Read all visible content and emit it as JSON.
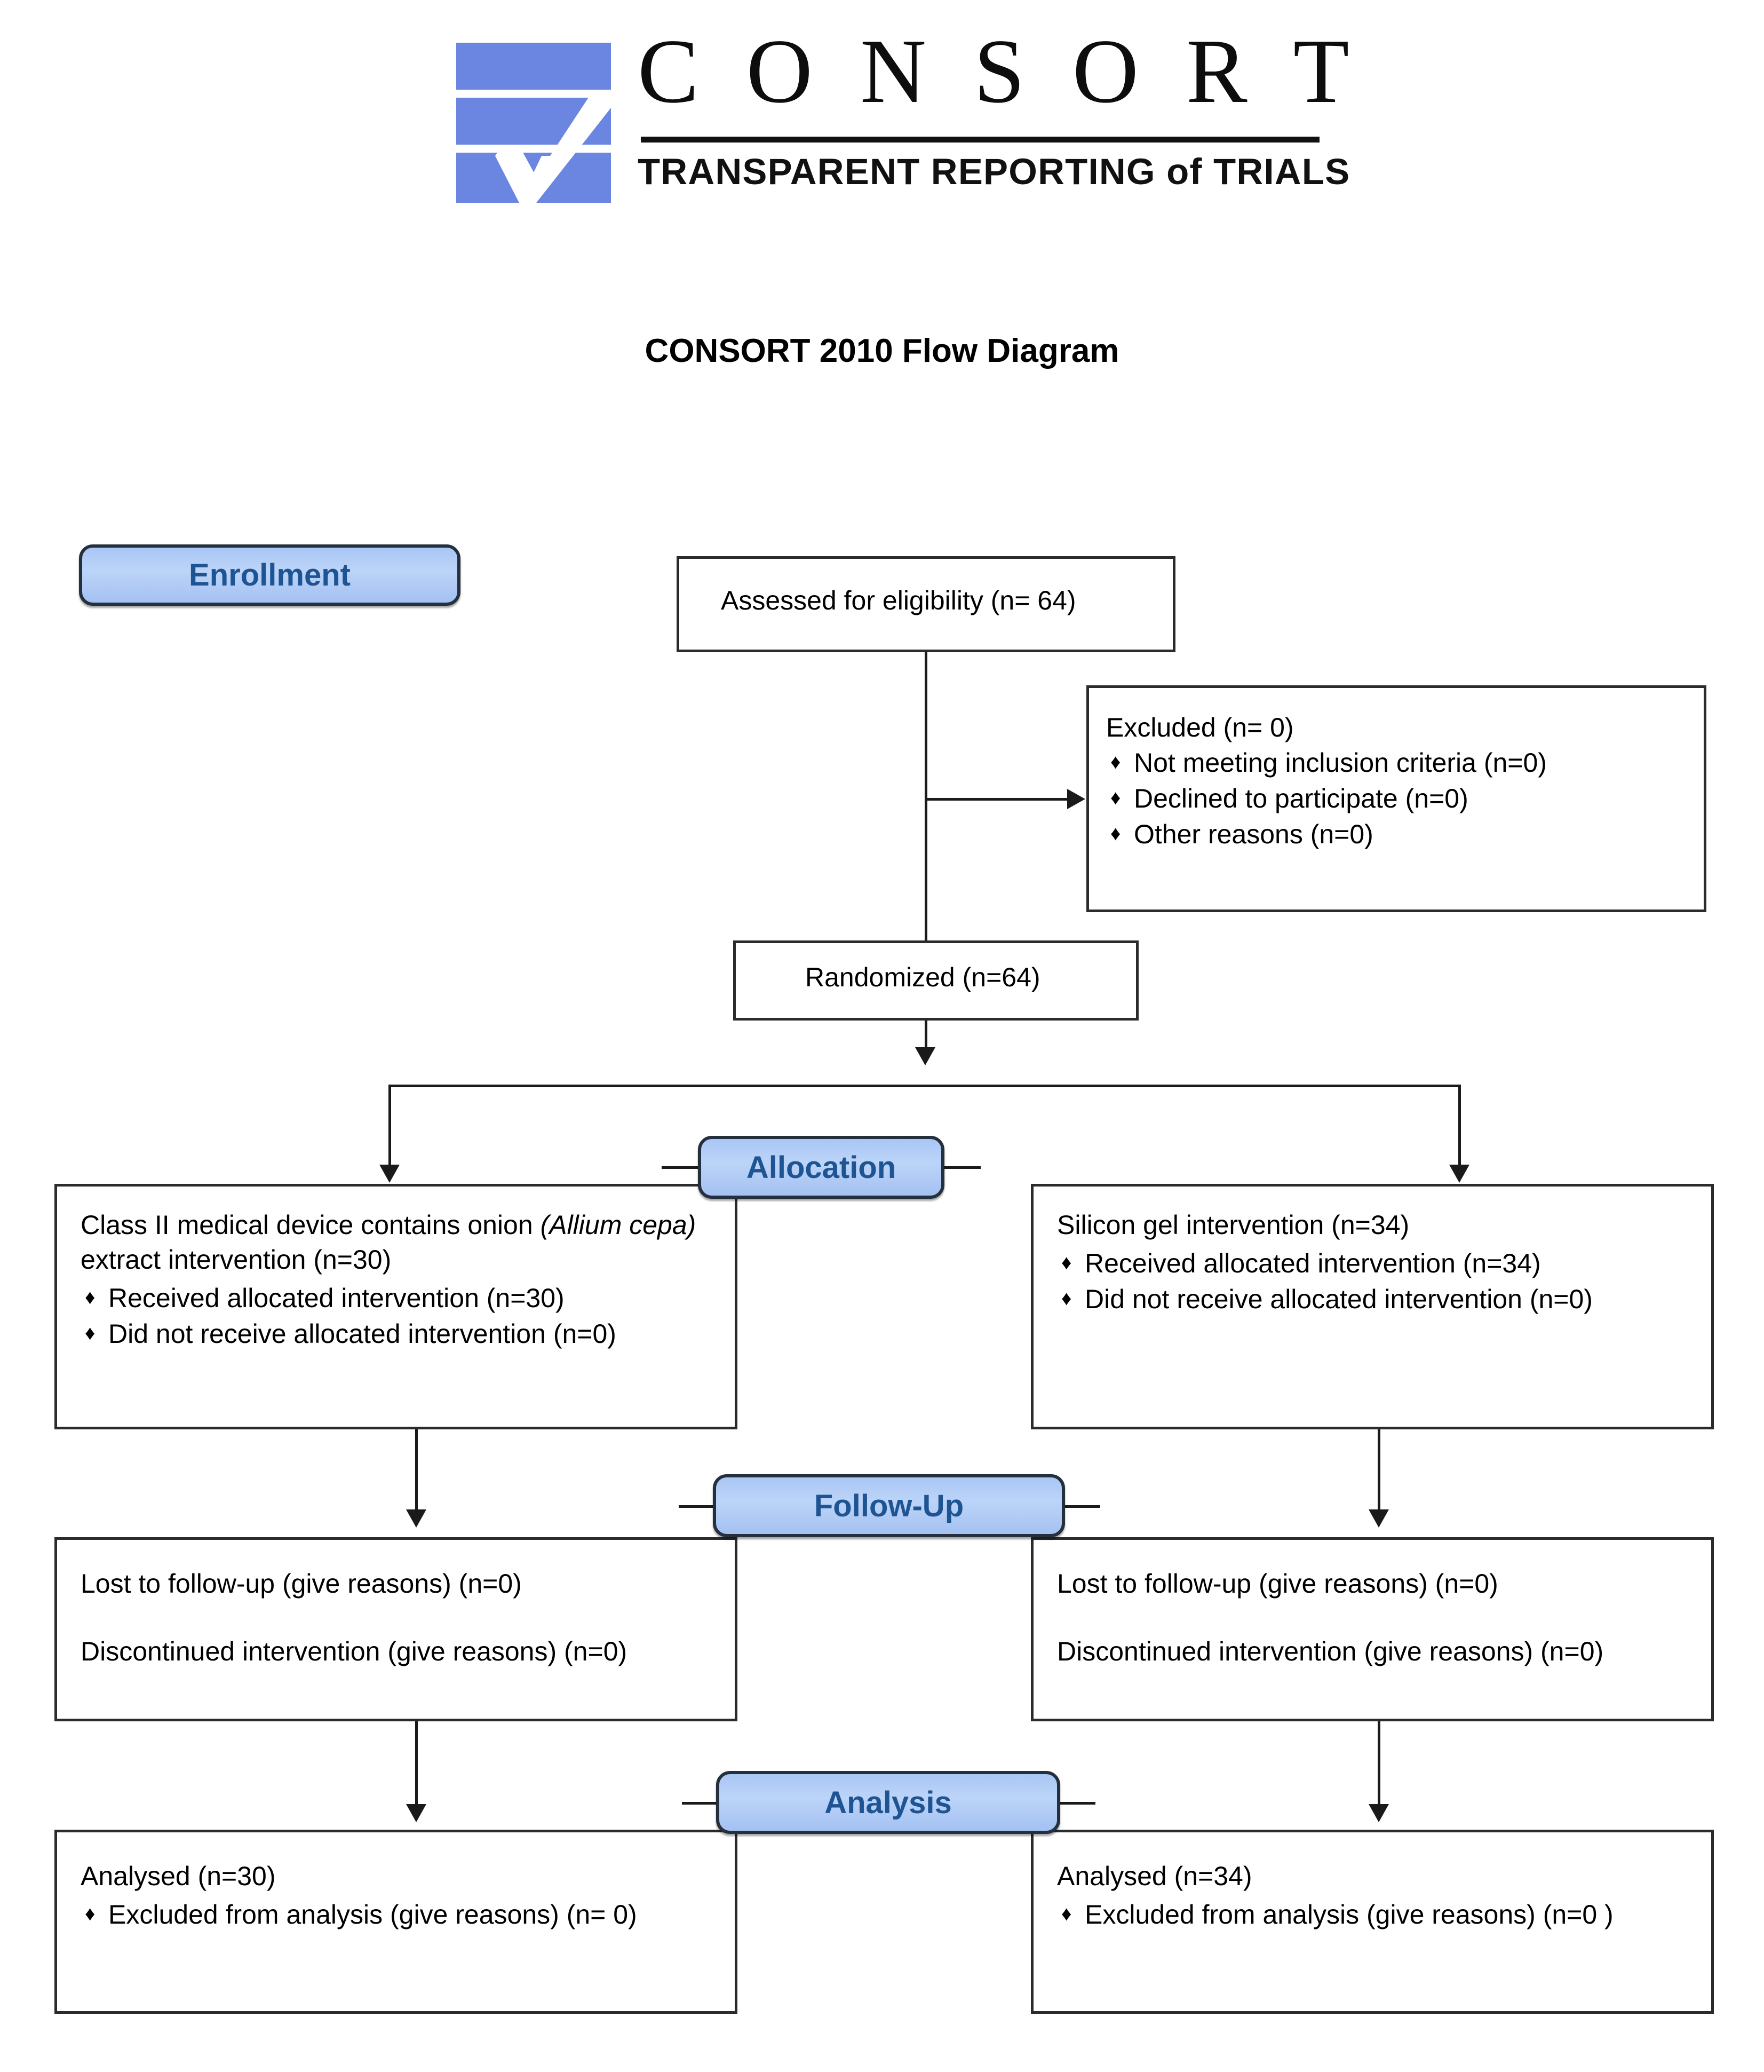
{
  "logo": {
    "wordmark": "C O N S O R T",
    "tagline": "TRANSPARENT REPORTING of TRIALS",
    "mark_color": "#6a86e0"
  },
  "title": "CONSORT 2010 Flow Diagram",
  "stages": {
    "enrollment": "Enrollment",
    "allocation": "Allocation",
    "followup": "Follow-Up",
    "analysis": "Analysis"
  },
  "colors": {
    "badge_fill": "#aecbf5",
    "badge_text": "#1f5493",
    "box_border": "#2b2b2b",
    "line": "#1a1a1a"
  },
  "boxes": {
    "assessed": {
      "text": "Assessed for eligibility (n= 64)"
    },
    "excluded": {
      "heading": "Excluded (n= 0)",
      "bullets": [
        "Not meeting inclusion criteria (n=0)",
        "Declined to participate (n=0)",
        "Other reasons (n=0)"
      ]
    },
    "randomized": {
      "text": "Randomized (n=64)"
    },
    "alloc_left": {
      "lead_pre": "Class II medical device contains onion ",
      "lead_italic": "(Allium cepa)",
      "lead_post": " extract intervention (n=30)",
      "bullets": [
        "Received allocated intervention (n=30)",
        "Did not receive allocated intervention (n=0)"
      ]
    },
    "alloc_right": {
      "lead": "Silicon gel intervention (n=34)",
      "bullets": [
        "Received allocated intervention (n=34)",
        "Did not receive allocated intervention (n=0)"
      ]
    },
    "followup_left": {
      "lines": [
        "Lost to follow-up (give reasons) (n=0)",
        "Discontinued intervention (give reasons) (n=0)"
      ]
    },
    "followup_right": {
      "lines": [
        "Lost to follow-up (give reasons) (n=0)",
        "Discontinued intervention (give reasons) (n=0)"
      ]
    },
    "analysis_left": {
      "heading": "Analysed (n=30)",
      "bullets": [
        "Excluded from analysis (give reasons) (n= 0)"
      ]
    },
    "analysis_right": {
      "heading": "Analysed (n=34)",
      "bullets": [
        "Excluded from analysis (give reasons) (n=0 )"
      ]
    }
  }
}
